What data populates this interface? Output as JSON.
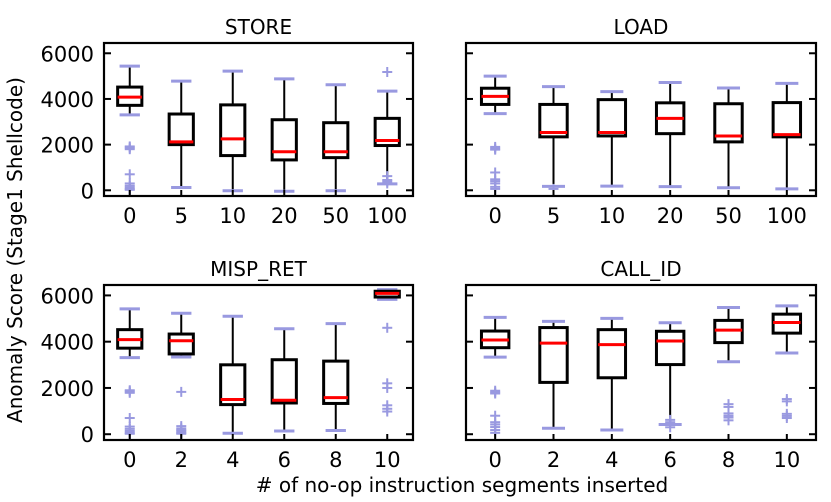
{
  "figure": {
    "ylabel": "Anomaly Score (Stage1 Shellcode)",
    "xlabel": "# of no-op instruction segments inserted",
    "background": "#ffffff",
    "box_color": "#000000",
    "median_color": "#ff0000",
    "flier_color": "#9999e0",
    "whisker_color": "#000000",
    "cap_color": "#9999e0"
  },
  "chart_data": [
    {
      "type": "box",
      "title": "STORE",
      "xlabel": "",
      "ylabel": "Anomaly Score (Stage1 Shellcode)",
      "categories": [
        "0",
        "5",
        "10",
        "20",
        "50",
        "100"
      ],
      "ylim": [
        -250,
        6450
      ],
      "yticks": [
        0,
        2000,
        4000,
        6000
      ],
      "ytick_labels": [
        "0",
        "2000",
        "4000",
        "6000"
      ],
      "grid": false,
      "boxes": [
        {
          "x": "0",
          "whisker_low": 3300,
          "q1": 3720,
          "median": 4080,
          "q3": 4520,
          "whisker_high": 5440,
          "fliers": [
            1800,
            1870,
            1920,
            700,
            300,
            200,
            120,
            60,
            20
          ]
        },
        {
          "x": "5",
          "whisker_low": 120,
          "q1": 2000,
          "median": 2120,
          "q3": 3340,
          "whisker_high": 4780,
          "fliers": []
        },
        {
          "x": "10",
          "whisker_low": -20,
          "q1": 1520,
          "median": 2250,
          "q3": 3740,
          "whisker_high": 5220,
          "fliers": []
        },
        {
          "x": "20",
          "whisker_low": -40,
          "q1": 1330,
          "median": 1690,
          "q3": 3090,
          "whisker_high": 4880,
          "fliers": []
        },
        {
          "x": "50",
          "whisker_low": -20,
          "q1": 1430,
          "median": 1690,
          "q3": 2960,
          "whisker_high": 4620,
          "fliers": []
        },
        {
          "x": "100",
          "whisker_low": 280,
          "q1": 1960,
          "median": 2180,
          "q3": 3150,
          "whisker_high": 4340,
          "fliers": [
            5180,
            620,
            450,
            380,
            300
          ]
        }
      ]
    },
    {
      "type": "box",
      "title": "LOAD",
      "xlabel": "",
      "ylabel": "",
      "categories": [
        "0",
        "5",
        "10",
        "20",
        "50",
        "100"
      ],
      "ylim": [
        -250,
        6450
      ],
      "yticks": [
        0,
        2000,
        4000,
        6000
      ],
      "ytick_labels": [
        "",
        "",
        "",
        ""
      ],
      "grid": false,
      "boxes": [
        {
          "x": "0",
          "whisker_low": 3360,
          "q1": 3760,
          "median": 4110,
          "q3": 4470,
          "whisker_high": 5000,
          "fliers": [
            1900,
            1830,
            1780,
            780,
            480,
            400,
            300,
            150,
            60
          ]
        },
        {
          "x": "5",
          "whisker_low": 170,
          "q1": 2340,
          "median": 2530,
          "q3": 3760,
          "whisker_high": 4540,
          "fliers": [
            60
          ]
        },
        {
          "x": "10",
          "whisker_low": 180,
          "q1": 2380,
          "median": 2530,
          "q3": 3970,
          "whisker_high": 4320,
          "fliers": []
        },
        {
          "x": "20",
          "whisker_low": 160,
          "q1": 2480,
          "median": 3150,
          "q3": 3830,
          "whisker_high": 4720,
          "fliers": []
        },
        {
          "x": "50",
          "whisker_low": 110,
          "q1": 2120,
          "median": 2380,
          "q3": 3790,
          "whisker_high": 4480,
          "fliers": []
        },
        {
          "x": "100",
          "whisker_low": 60,
          "q1": 2340,
          "median": 2440,
          "q3": 3840,
          "whisker_high": 4680,
          "fliers": []
        }
      ]
    },
    {
      "type": "box",
      "title": "MISP_RET",
      "xlabel": "# of no-op instruction segments inserted",
      "ylabel": "Anomaly Score (Stage1 Shellcode)",
      "categories": [
        "0",
        "2",
        "4",
        "6",
        "8",
        "10"
      ],
      "ylim": [
        -250,
        6450
      ],
      "yticks": [
        0,
        2000,
        4000,
        6000
      ],
      "ytick_labels": [
        "0",
        "2000",
        "4000",
        "6000"
      ],
      "grid": false,
      "boxes": [
        {
          "x": "0",
          "whisker_low": 3310,
          "q1": 3720,
          "median": 4090,
          "q3": 4520,
          "whisker_high": 5420,
          "fliers": [
            1900,
            1850,
            1790,
            700,
            330,
            230,
            140,
            60,
            20
          ]
        },
        {
          "x": "2",
          "whisker_low": 3340,
          "q1": 3470,
          "median": 4040,
          "q3": 4330,
          "whisker_high": 5230,
          "fliers": [
            1830,
            350,
            250,
            180,
            120,
            60,
            20
          ]
        },
        {
          "x": "4",
          "whisker_low": 40,
          "q1": 1280,
          "median": 1500,
          "q3": 3000,
          "whisker_high": 5100,
          "fliers": []
        },
        {
          "x": "6",
          "whisker_low": 140,
          "q1": 1350,
          "median": 1470,
          "q3": 3220,
          "whisker_high": 4560,
          "fliers": []
        },
        {
          "x": "8",
          "whisker_low": 160,
          "q1": 1330,
          "median": 1580,
          "q3": 3160,
          "whisker_high": 4780,
          "fliers": []
        },
        {
          "x": "10",
          "whisker_low": 5830,
          "q1": 5930,
          "median": 6090,
          "q3": 6180,
          "whisker_high": 6250,
          "fliers": [
            4600,
            2200,
            2000,
            1250,
            1100,
            980
          ]
        }
      ]
    },
    {
      "type": "box",
      "title": "CALL_ID",
      "xlabel": "# of no-op instruction segments inserted",
      "ylabel": "",
      "categories": [
        "0",
        "2",
        "4",
        "6",
        "8",
        "10"
      ],
      "ylim": [
        -250,
        6450
      ],
      "yticks": [
        0,
        2000,
        4000,
        6000
      ],
      "ytick_labels": [
        "",
        "",
        "",
        ""
      ],
      "grid": false,
      "boxes": [
        {
          "x": "0",
          "whisker_low": 3330,
          "q1": 3740,
          "median": 4070,
          "q3": 4460,
          "whisker_high": 5050,
          "fliers": [
            1880,
            1810,
            1760,
            800,
            520,
            420,
            310,
            180,
            60
          ]
        },
        {
          "x": "2",
          "whisker_low": 260,
          "q1": 2240,
          "median": 3940,
          "q3": 4610,
          "whisker_high": 4880,
          "fliers": []
        },
        {
          "x": "4",
          "whisker_low": 180,
          "q1": 2440,
          "median": 3870,
          "q3": 4520,
          "whisker_high": 5010,
          "fliers": []
        },
        {
          "x": "6",
          "whisker_low": 420,
          "q1": 3010,
          "median": 4030,
          "q3": 4450,
          "whisker_high": 4820,
          "fliers": [
            620,
            520,
            300
          ]
        },
        {
          "x": "8",
          "whisker_low": 3130,
          "q1": 3960,
          "median": 4500,
          "q3": 4920,
          "whisker_high": 5480,
          "fliers": [
            1300,
            1180,
            900,
            800,
            720,
            600
          ]
        },
        {
          "x": "10",
          "whisker_low": 3510,
          "q1": 4370,
          "median": 4830,
          "q3": 5190,
          "whisker_high": 5550,
          "fliers": [
            1520,
            1420,
            880,
            790,
            700
          ]
        }
      ]
    }
  ]
}
